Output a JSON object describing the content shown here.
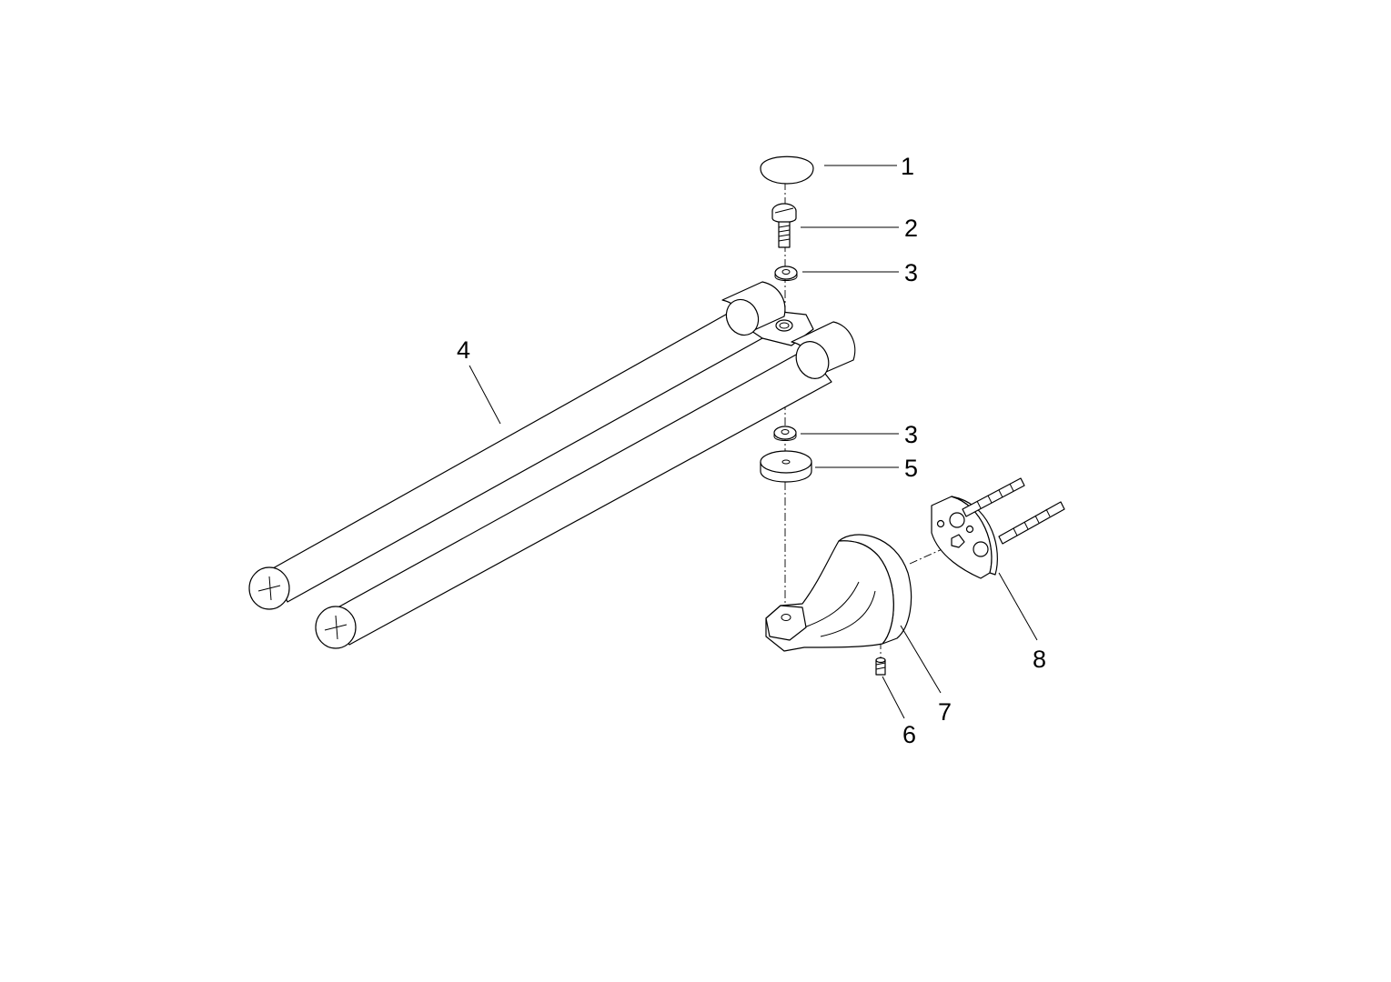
{
  "callouts": {
    "c1": "1",
    "c2": "2",
    "c3a": "3",
    "c3b": "3",
    "c4": "4",
    "c5": "5",
    "c6": "6",
    "c7": "7",
    "c8": "8"
  }
}
